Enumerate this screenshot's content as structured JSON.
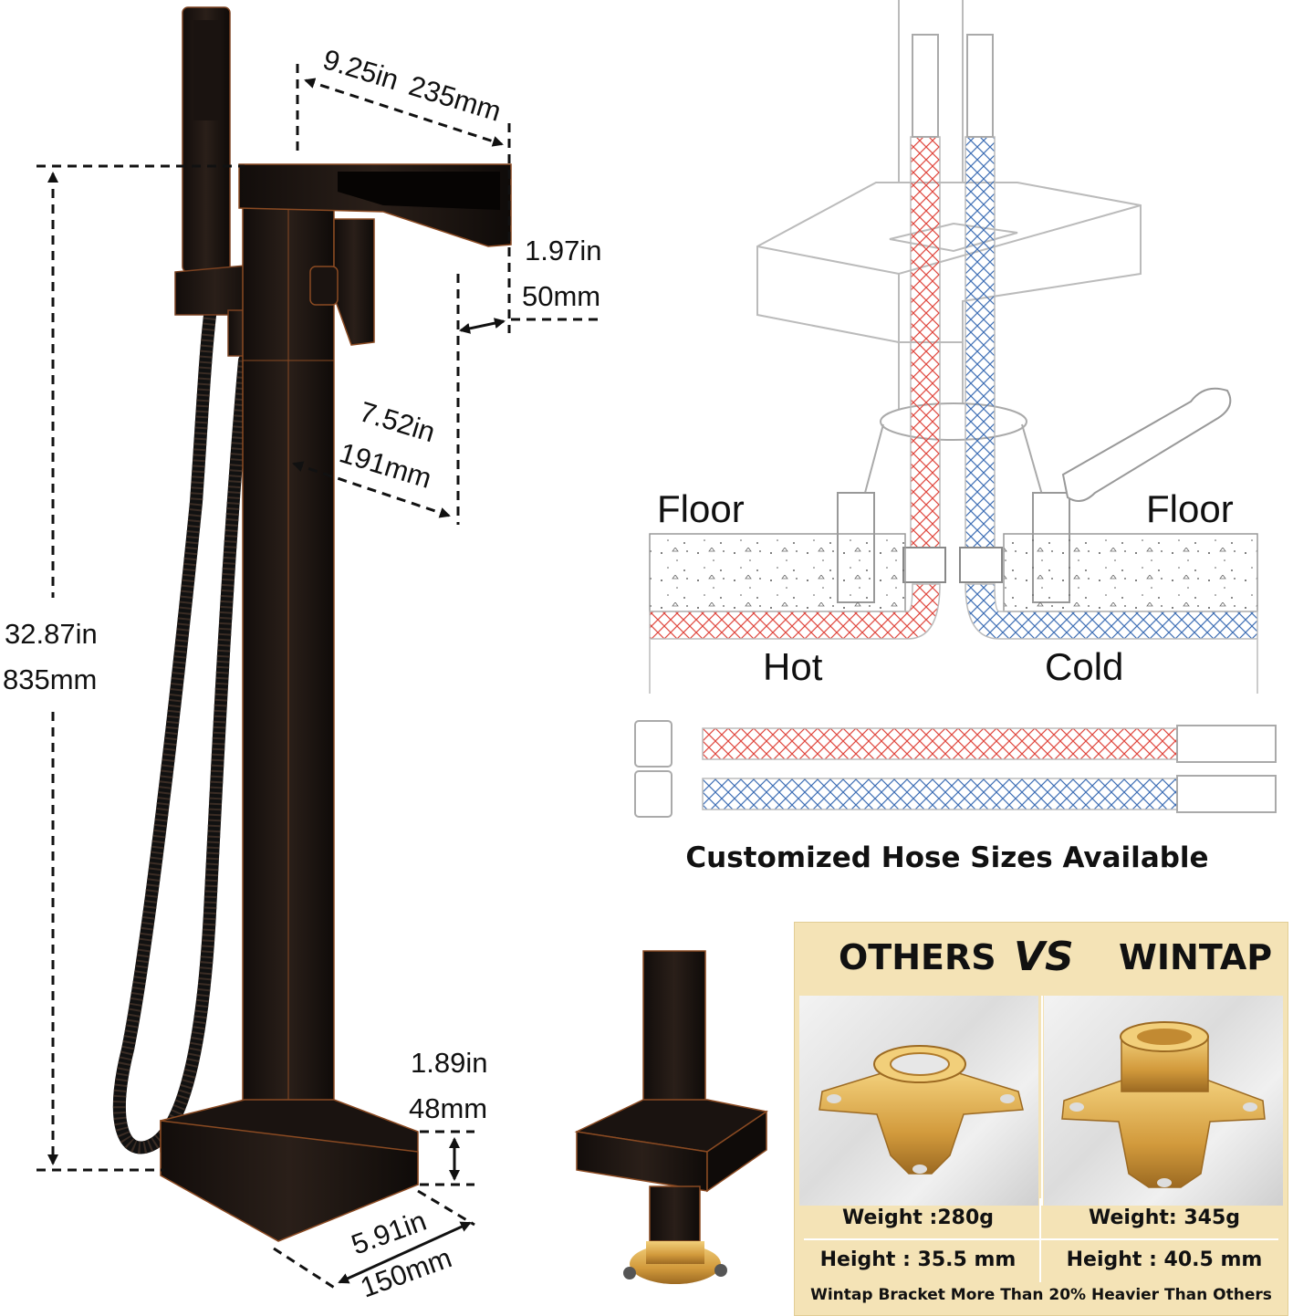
{
  "dimensions": {
    "spout_length": {
      "in": "9.25in",
      "mm": "235mm"
    },
    "spout_height": {
      "in": "1.97in",
      "mm": "50mm"
    },
    "spout_reach": {
      "in": "7.52in",
      "mm": "191mm"
    },
    "total_height": {
      "in": "32.87in",
      "mm": "835mm"
    },
    "base_height": {
      "in": "1.89in",
      "mm": "48mm"
    },
    "base_width": {
      "in": "5.91in",
      "mm": "150mm"
    }
  },
  "installation": {
    "floor_left": "Floor",
    "floor_right": "Floor",
    "hot_label": "Hot",
    "cold_label": "Cold",
    "hose_caption": "Customized Hose Sizes Available",
    "colors": {
      "hot": "#e0473e",
      "cold": "#3f6fb5"
    }
  },
  "comparison": {
    "left_title": "OTHERS",
    "vs": "VS",
    "right_title": "WINTAP",
    "left_weight": "Weight :280g",
    "right_weight": "Weight: 345g",
    "left_height": "Height : 35.5 mm",
    "right_height": "Height : 40.5 mm",
    "footer": "Wintap Bracket More Than 20% Heavier Than Others"
  },
  "colors": {
    "bronze": "#1c1512",
    "edge": "#8a4a22",
    "brass": "#d9a646",
    "panel": "#f4e3b6"
  }
}
